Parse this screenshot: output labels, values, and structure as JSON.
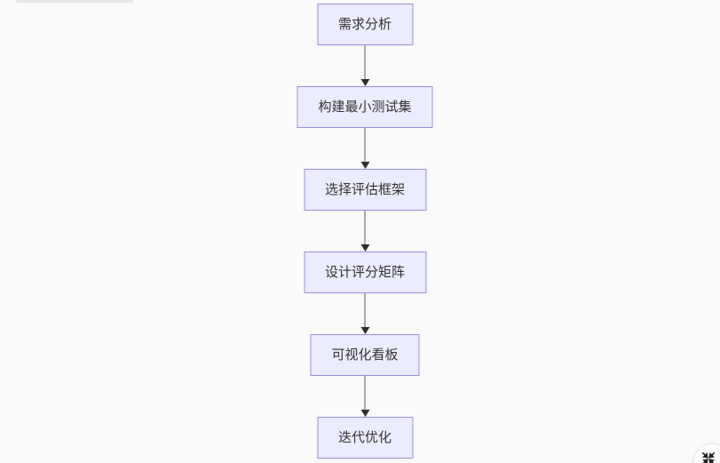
{
  "canvas": {
    "background": "#fafafa",
    "kind": "flowchart-preview"
  },
  "flowchart": {
    "direction": "top-down",
    "node_fill": "#ECECFF",
    "node_border": "#9370DB",
    "node_text_color": "#333333",
    "edge_color": "#333333",
    "nodes": [
      {
        "id": 0,
        "label": "需求分析"
      },
      {
        "id": 1,
        "label": "构建最小测试集"
      },
      {
        "id": 2,
        "label": "选择评估框架"
      },
      {
        "id": 3,
        "label": "设计评分矩阵"
      },
      {
        "id": 4,
        "label": "可视化看板"
      },
      {
        "id": 5,
        "label": "迭代优化"
      }
    ],
    "edges": [
      {
        "from": 0,
        "to": 1
      },
      {
        "from": 1,
        "to": 2
      },
      {
        "from": 2,
        "to": 3
      },
      {
        "from": 3,
        "to": 4
      },
      {
        "from": 4,
        "to": 5
      }
    ]
  },
  "controls": {
    "fit_view_button": {
      "icon": "collapse-arrows-icon",
      "shape": "circle",
      "background": "#ffffff",
      "icon_color": "#222222"
    }
  }
}
